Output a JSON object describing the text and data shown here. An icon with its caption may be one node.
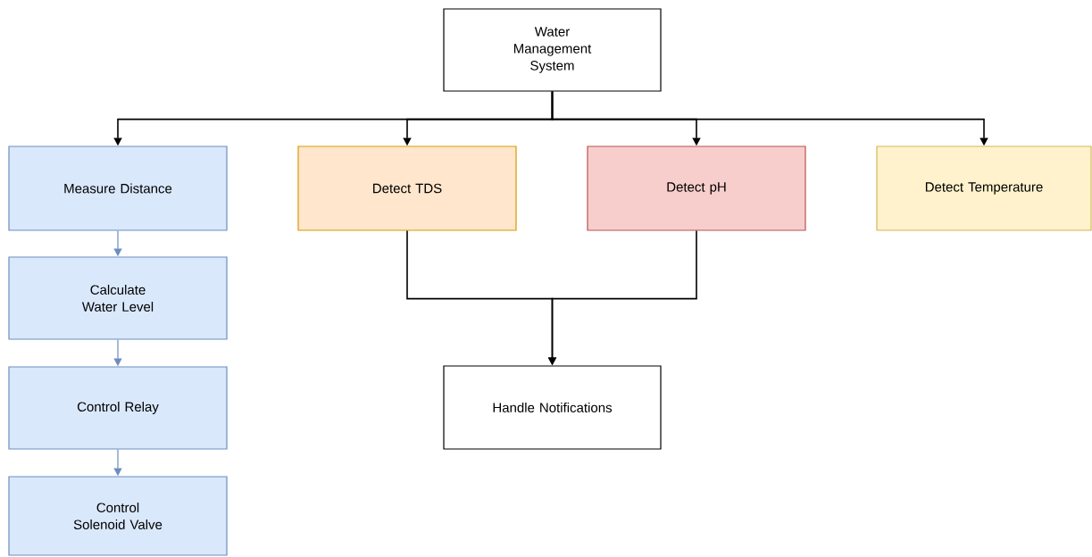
{
  "diagram": {
    "nodes": [
      {
        "text": [
          "Water Management System"
        ]
      },
      {
        "text": [
          "Measure Distance"
        ]
      },
      {
        "text": [
          "Calculate Water Level"
        ]
      },
      {
        "text": [
          "Control Relay"
        ]
      },
      {
        "text": [
          "Control Solenoid Valve"
        ]
      },
      {
        "text": [
          "Detect TDS"
        ]
      },
      {
        "text": [
          "Detect pH"
        ]
      },
      {
        "text": [
          "Detect Temperature"
        ]
      },
      {
        "text": [
          "Handle Notifications"
        ]
      }
    ],
    "edges": [
      {
        "from": 0,
        "to": 1,
        "arrow": "to"
      },
      {
        "from": 0,
        "to": 5,
        "arrow": "to"
      },
      {
        "from": 0,
        "to": 6,
        "arrow": "to"
      },
      {
        "from": 0,
        "to": 7,
        "arrow": "to"
      },
      {
        "from": 1,
        "to": 2,
        "arrow": "to",
        "color": "#6c8ebf"
      },
      {
        "from": 2,
        "to": 3,
        "arrow": "to",
        "color": "#6c8ebf"
      },
      {
        "from": 3,
        "to": 4,
        "arrow": "to",
        "color": "#6c8ebf"
      },
      {
        "from": 5,
        "to": 8,
        "arrow": "to"
      },
      {
        "from": 6,
        "to": 8,
        "arrow": "to"
      }
    ]
  }
}
